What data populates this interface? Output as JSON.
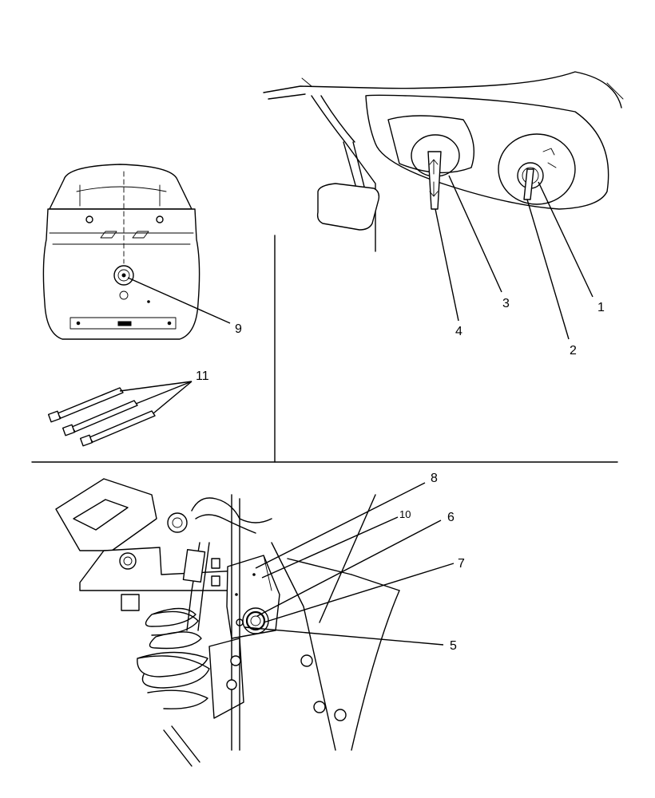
{
  "figure": {
    "panels": [
      {
        "id": "seat-view",
        "callouts": [
          "9",
          "11"
        ]
      },
      {
        "id": "dash-view",
        "callouts": [
          "1",
          "2",
          "3",
          "4"
        ]
      },
      {
        "id": "engine-bay-view",
        "callouts": [
          "5",
          "6",
          "7",
          "8",
          "10"
        ]
      }
    ]
  },
  "callouts": {
    "c1": "1",
    "c2": "2",
    "c3": "3",
    "c4": "4",
    "c5": "5",
    "c6": "6",
    "c7": "7",
    "c8": "8",
    "c9": "9",
    "c10": "10",
    "c11": "11"
  },
  "colors": {
    "line": "#000000",
    "background": "#ffffff"
  }
}
